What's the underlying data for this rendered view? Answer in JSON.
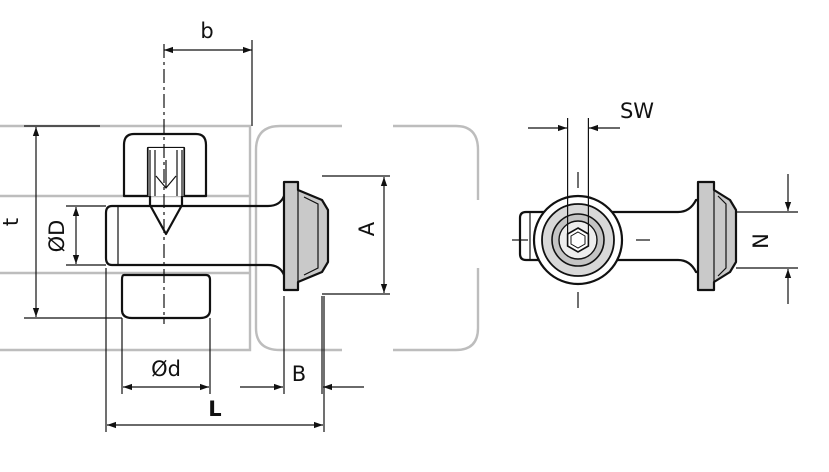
{
  "drawing": {
    "type": "technical-drawing",
    "labels": {
      "b": "b",
      "t": "t",
      "oD": "ØD",
      "A": "A",
      "od": "Ød",
      "B": "B",
      "L": "L",
      "SW": "SW",
      "N": "N"
    },
    "colors": {
      "line": "#111111",
      "profile_frame": "#bdbdbd",
      "metal_fill": "#c9c9c9"
    }
  }
}
